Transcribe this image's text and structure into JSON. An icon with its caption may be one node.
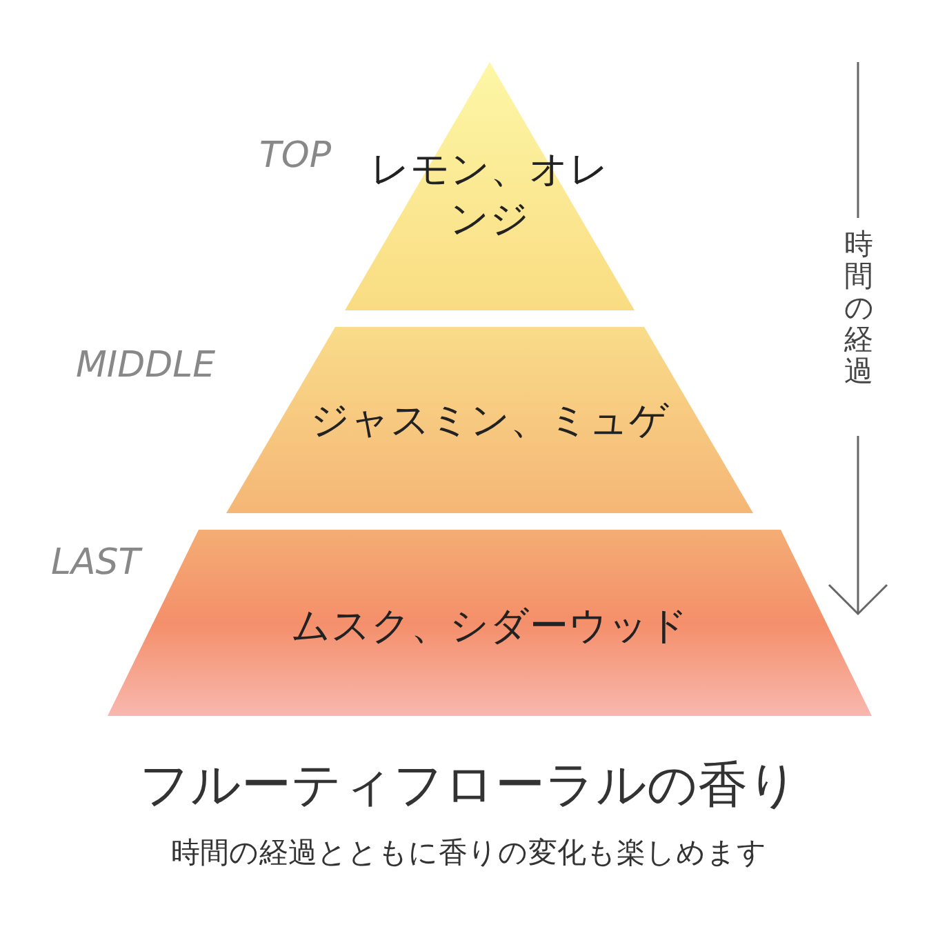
{
  "diagram": {
    "title": "フルーティフローラルの香り",
    "caption": "時間の経過とともに香りの変化も楽しめます",
    "nodes": [
      {
        "text": [
          "レモン、オレンジ"
        ],
        "beside": [
          "TOP"
        ]
      },
      {
        "text": [
          "ジャスミン、ミュゲ"
        ],
        "beside": [
          "MIDDLE"
        ]
      },
      {
        "text": [
          "ムスク、シダーウッド"
        ],
        "beside": [
          "LAST"
        ]
      }
    ],
    "labels": [
      "時間の経過"
    ]
  }
}
